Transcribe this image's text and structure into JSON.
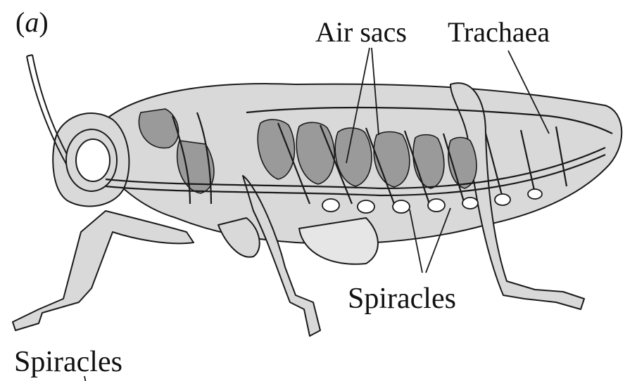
{
  "figure": {
    "panel_letter": "a",
    "labels": {
      "air_sacs": "Air sacs",
      "trachaea": "Trachaea",
      "spiracles_mid": "Spiracles",
      "spiracles_bottom": "Spiracles"
    }
  },
  "colors": {
    "body_fill": "#d9d9d9",
    "sac_fill": "#9a9a9a",
    "outline": "#1a1a1a",
    "background": "#ffffff"
  }
}
